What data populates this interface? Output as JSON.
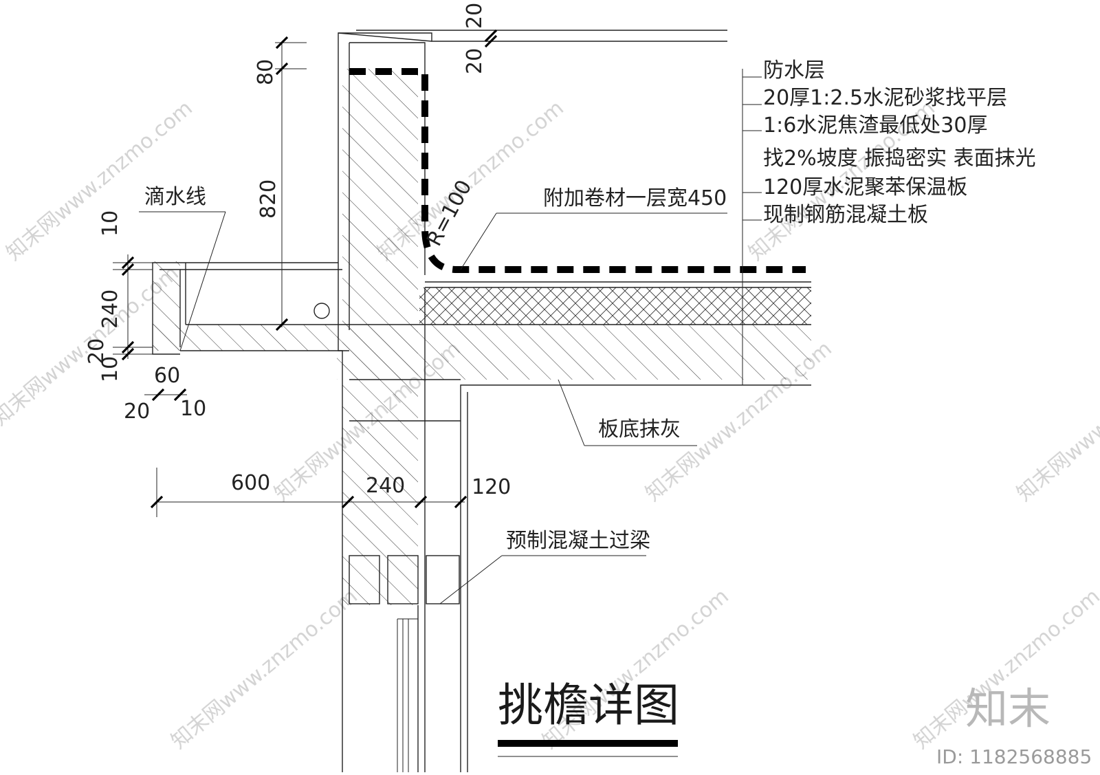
{
  "drawing": {
    "title": "挑檐详图",
    "labels": {
      "drip_line": "滴水线",
      "additional_membrane": "附加卷材一层宽450",
      "radius": "R=100",
      "slab_plaster": "板底抹灰",
      "precast_lintel": "预制混凝土过梁"
    },
    "layers": [
      "防水层",
      "20厚1:2.5水泥砂浆找平层",
      "1:6水泥焦渣最低处30厚",
      "找2%坡度 振捣密实 表面抹光",
      "120厚水泥聚苯保温板",
      "现制钢筋混凝土板"
    ],
    "dimensions": {
      "parapet_top_a": "20",
      "parapet_top_b": "20",
      "cap_80": "80",
      "height_820": "820",
      "eave_10": "10",
      "eave_240": "240",
      "eave_20": "20",
      "eave_10b": "10",
      "drip_60": "60",
      "drip_20": "20",
      "drip_10": "10",
      "overhang_600": "600",
      "wall_240": "240",
      "wall_120": "120"
    }
  },
  "watermark": {
    "brand": "知末",
    "id": "ID: 1182568885",
    "site": "知末网www.znzmo.com"
  }
}
